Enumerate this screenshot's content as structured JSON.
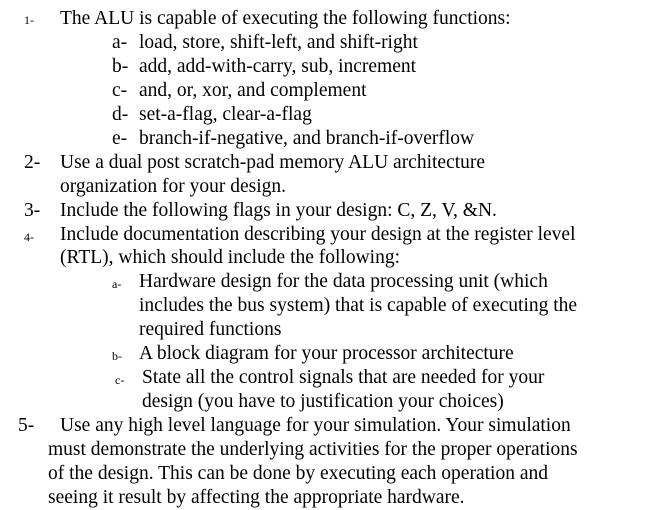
{
  "items": [
    {
      "num": "1-",
      "lines": [
        "The ALU is capable of executing the following functions:"
      ],
      "sub": [
        {
          "label": "a-",
          "lines": [
            "load, store, shift-left, and shift-right"
          ]
        },
        {
          "label": "b-",
          "lines": [
            "add, add-with-carry, sub, increment"
          ]
        },
        {
          "label": "c-",
          "lines": [
            "and, or, xor, and complement"
          ]
        },
        {
          "label": "d-",
          "lines": [
            "set-a-flag, clear-a-flag"
          ]
        },
        {
          "label": "e-",
          "lines": [
            "branch-if-negative, and branch-if-overflow"
          ]
        }
      ]
    },
    {
      "num": "2-",
      "lines": [
        "Use a dual post scratch-pad memory ALU architecture",
        "organization for your design."
      ]
    },
    {
      "num": "3-",
      "lines": [
        "Include the following flags in your design: C, Z, V, &N."
      ]
    },
    {
      "num": "4-",
      "lines": [
        "Include documentation describing your design at the register level",
        "(RTL), which should include the following:"
      ],
      "sub": [
        {
          "label": "a-",
          "lines": [
            "Hardware design for the data processing unit (which",
            "includes the bus system) that is capable of executing the",
            "required functions"
          ]
        },
        {
          "label": "b-",
          "lines": [
            "A block diagram for your processor architecture"
          ]
        },
        {
          "label": "c-",
          "lines": [
            "State all the control signals that are needed for your",
            "design (you have to justification your choices)"
          ]
        }
      ]
    },
    {
      "num": "5-",
      "lines": [
        "Use any high level language for your simulation.  Your simulation",
        "must demonstrate the underlying activities for the proper operations",
        "of the design.  This can be done by executing each operation and",
        "seeing it result by affecting the appropriate hardware."
      ]
    }
  ]
}
